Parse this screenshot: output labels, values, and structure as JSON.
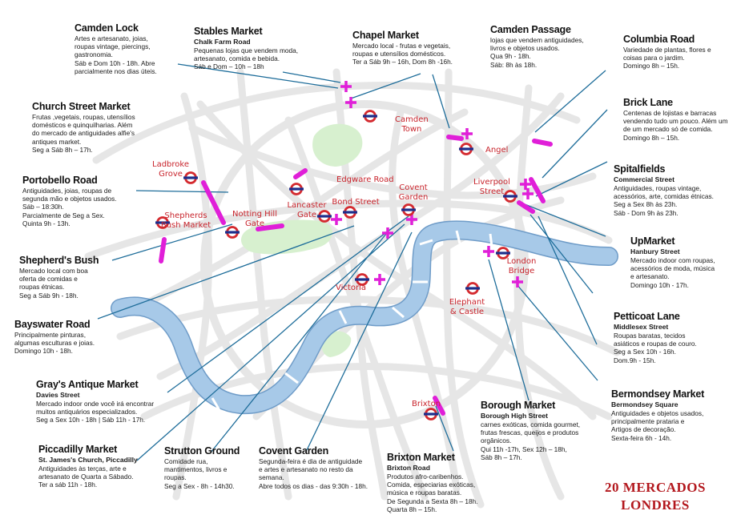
{
  "title_lines": [
    "20 MERCADOS",
    "LONDRES"
  ],
  "colors": {
    "river": "#a7c9e8",
    "river_edge": "#6f9cc8",
    "park": "#d7f0cf",
    "roads": "#e6e6e6",
    "leader": "#1e6d9a",
    "marker": "#e01fd8",
    "tube_red": "#d42a2f",
    "tube_blue": "#1d2e8c",
    "title": "#b3171d"
  },
  "markets": [
    {
      "name": "Camden Lock",
      "subtitle": "",
      "desc": "Artes e artesanato, joias,\nroupas vintage, piercings,\ngastronomia.\nSáb e Dom 10h - 18h. Abre\nparcialmente nos dias úteis."
    },
    {
      "name": "Stables Market",
      "subtitle": "Chalk Farm Road",
      "desc": "Pequenas lojas que vendem moda,\nartesanato, comida e bebida.\nSáb e Dom – 10h – 18h"
    },
    {
      "name": "Chapel Market",
      "subtitle": "",
      "desc": "Mercado local - frutas e vegetais,\nroupas e utensílios domésticos.\nTer a Sáb 9h – 16h, Dom 8h -16h."
    },
    {
      "name": "Camden Passage",
      "subtitle": "",
      "desc": "lojas que vendem antiguidades,\nlivros e objetos usados.\nQua 9h - 18h.\nSáb: 8h às 18h."
    },
    {
      "name": "Columbia Road",
      "subtitle": "",
      "desc": "Variedade de plantas, flores e\ncoisas para o jardim.\nDomingo 8h – 15h."
    },
    {
      "name": "Church Street Market",
      "subtitle": "",
      "desc": "Frutas ,vegetais, roupas, utensílios\ndomésticos e quinquilharias. Além\ndo mercado de antiguidades alfie's\nantiques market.\nSeg a Sáb 8h – 17h."
    },
    {
      "name": "Brick Lane",
      "subtitle": "",
      "desc": "Centenas de lojistas e barracas\nvendendo tudo um pouco. Além um\nde um mercado só de comida.\nDomingo 8h – 15h."
    },
    {
      "name": "Portobello Road",
      "subtitle": "",
      "desc": "Antiguidades, joias, roupas de\nsegunda mão e objetos usados.\nSáb – 18:30h.\nParcialmente de Seg a Sex.\nQuinta 9h - 13h."
    },
    {
      "name": "Spitalfields",
      "subtitle": "Commercial Street",
      "desc": "Antiguidades, roupas vintage,\nacessórios, arte, comidas étnicas.\nSeg a Sex 8h às 23h.\nSáb - Dom 9h às 23h."
    },
    {
      "name": "UpMarket",
      "subtitle": "Hanbury Street",
      "desc": "Mercado indoor com roupas,\nacessórios de moda, música\ne artesanato.\nDomingo 10h - 17h."
    },
    {
      "name": "Shepherd's Bush",
      "subtitle": "",
      "desc": "Mercado local com boa\noferta de comidas e\nroupas étnicas.\nSeg a Sáb 9h - 18h."
    },
    {
      "name": "Petticoat Lane",
      "subtitle": "Middlesex Street",
      "desc": "Roupas baratas, tecidos\nasiáticos e roupas de couro.\nSeg a Sex 10h - 16h.\nDom.9h - 15h."
    },
    {
      "name": "Bayswater Road",
      "subtitle": "",
      "desc": "Principalmente pinturas,\nalgumas esculturas e joias.\nDomingo 10h - 18h."
    },
    {
      "name": "Gray's Antique Market",
      "subtitle": "Davies Street",
      "desc": "Mercado indoor onde você irá encontrar\nmuitos antiquários especializados.\nSeg a Sex 10h - 18h | Sáb 11h - 17h."
    },
    {
      "name": "Bermondsey Market",
      "subtitle": "Bermondsey Square",
      "desc": "Antiguidades e objetos usados,\nprincipalmente prataria e\nArtigos de decoração.\nSexta-feira 6h - 14h."
    },
    {
      "name": "Borough Market",
      "subtitle": "Borough High Street",
      "desc": "carnes exóticas, comida gourmet,\nfrutas frescas, queijos e produtos\norgânicos.\nQui 11h -17h, Sex 12h – 18h,\nSáb 8h – 17h."
    },
    {
      "name": "Piccadilly Market",
      "subtitle": "St. James's Church, Piccadilly",
      "desc": "Antiguidades às terças, arte e\nartesanato de Quarta a Sábado.\nTer a sáb 11h - 18h."
    },
    {
      "name": "Strutton Ground",
      "subtitle": "",
      "desc": "Comidade rua,\nmantimentos, livros e\nroupas.\nSeg a Sex - 8h - 14h30."
    },
    {
      "name": "Covent Garden",
      "subtitle": "",
      "desc": "Segunda-feira é dia de antiguidade\ne artes e artesanato no resto da\nsemana.\nAbre todos os dias - das 9:30h - 18h."
    },
    {
      "name": "Brixton Market",
      "subtitle": "Brixton Road",
      "desc": "Produtos afro-caribenhos.\nComida, especiarias exóticas,\nmúsica e roupas baratas.\nDe Segunda a Sexta 8h – 18h.\nQuarta 8h – 15h."
    }
  ],
  "stations": [
    {
      "name": "Camden\nTown"
    },
    {
      "name": "Angel"
    },
    {
      "name": "Ladbroke\nGrove"
    },
    {
      "name": "Edgware Road"
    },
    {
      "name": "Liverpool\nStreet"
    },
    {
      "name": "Covent\nGarden"
    },
    {
      "name": "Bond Street"
    },
    {
      "name": "Lancaster\nGate"
    },
    {
      "name": "Notting  Hill\nGate"
    },
    {
      "name": "Shepherds\nBush Market"
    },
    {
      "name": "London\nBridge"
    },
    {
      "name": "Victoria"
    },
    {
      "name": "Elephant\n& Castle"
    },
    {
      "name": "Brixton"
    }
  ]
}
